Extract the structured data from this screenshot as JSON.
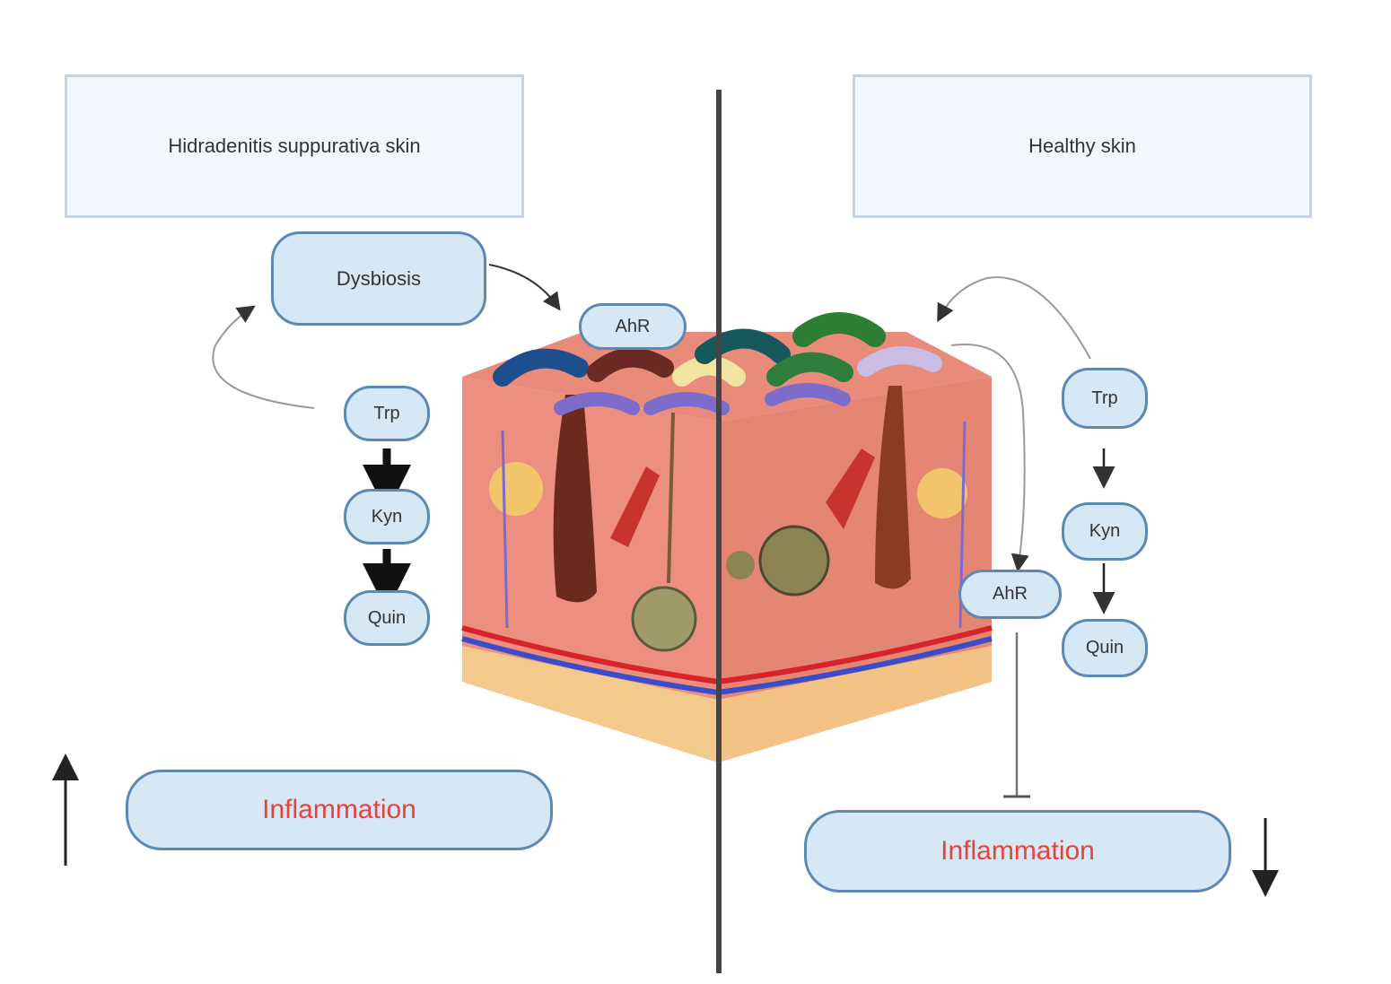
{
  "left": {
    "title": "Hidradenitis suppurativa skin",
    "dysbiosis": "Dysbiosis",
    "ahr": "AhR",
    "pathway": [
      "Trp",
      "Kyn",
      "Quin"
    ],
    "inflammation": "Inflammation",
    "inflammation_trend": "increased"
  },
  "right": {
    "title": "Healthy skin",
    "ahr": "AhR",
    "pathway": [
      "Trp",
      "Kyn",
      "Quin"
    ],
    "inflammation": "Inflammation",
    "inflammation_trend": "decreased"
  },
  "colors": {
    "node_fill": "#d6e8f6",
    "node_border": "#5d88b3",
    "inflammation_text": "#e6433b",
    "divider": "#444444"
  }
}
